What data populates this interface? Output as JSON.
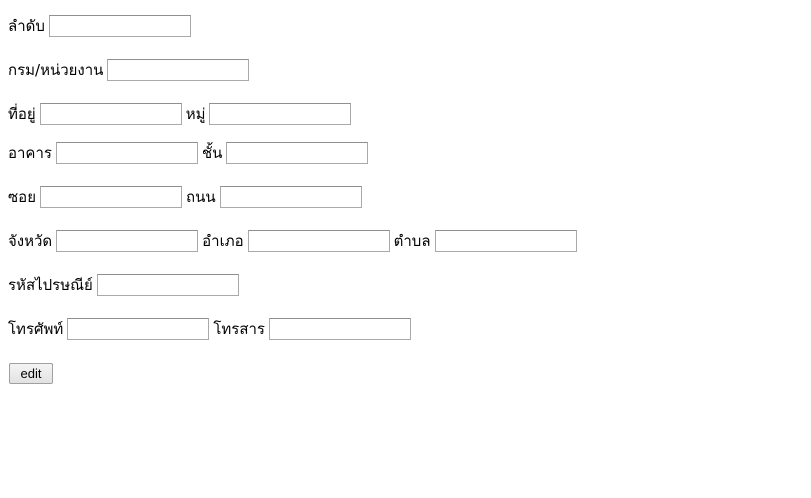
{
  "form": {
    "sequence": {
      "label": "ลำดับ",
      "value": ""
    },
    "department": {
      "label": "กรม/หน่วยงาน",
      "value": ""
    },
    "address": {
      "label": "ที่อยู่",
      "value": ""
    },
    "village": {
      "label": "หมู่",
      "value": ""
    },
    "building": {
      "label": "อาคาร",
      "value": ""
    },
    "floor": {
      "label": "ชั้น",
      "value": ""
    },
    "soi": {
      "label": "ซอย",
      "value": ""
    },
    "road": {
      "label": "ถนน",
      "value": ""
    },
    "province": {
      "label": "จังหวัด",
      "value": ""
    },
    "district": {
      "label": "อำเภอ",
      "value": ""
    },
    "subdistrict": {
      "label": "ตำบล",
      "value": ""
    },
    "postcode": {
      "label": "รหัสไปรษณีย์",
      "value": ""
    },
    "phone": {
      "label": "โทรศัพท์",
      "value": ""
    },
    "fax": {
      "label": "โทรสาร",
      "value": ""
    },
    "edit_label": "edit"
  }
}
